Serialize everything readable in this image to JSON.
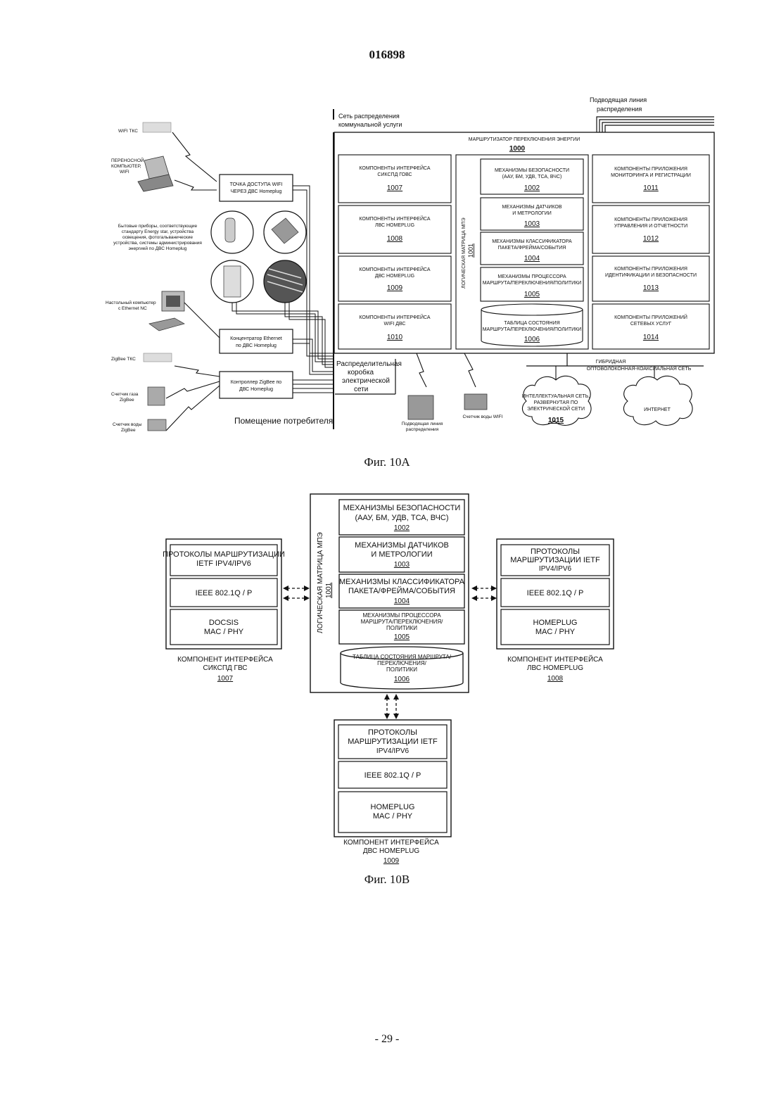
{
  "header": {
    "patent_number": "016898"
  },
  "fig10a": {
    "caption": "Фиг. 10А",
    "utility_network": [
      "Сеть распределения",
      "коммунальной услуги"
    ],
    "feeder_line_top": [
      "Подводящая линия",
      "распределения"
    ],
    "router": {
      "title": "МАРШРУТИЗАТОР ПЕРЕКЛЮЧЕНИЯ ЭНЕРГИИ",
      "number": "1000"
    },
    "matrix": {
      "label": "ЛОГИЧЕСКАЯ МАТРИЦА МПЭ",
      "number": "1001"
    },
    "left_components": [
      {
        "lines": [
          "КОМПОНЕНТЫ ИНТЕРФЕЙСА",
          "СИКСПД ГОВС"
        ],
        "number": "1007"
      },
      {
        "lines": [
          "КОМПОНЕНТЫ ИНТЕРФЕЙСА",
          "ЛВС HOMEPLUG"
        ],
        "number": "1008"
      },
      {
        "lines": [
          "КОМПОНЕНТЫ ИНТЕРФЕЙСА",
          "ДВС HOMEPLUG"
        ],
        "number": "1009"
      },
      {
        "lines": [
          "КОМПОНЕНТЫ ИНТЕРФЕЙСА",
          "WIFI ДВС"
        ],
        "number": "1010"
      }
    ],
    "center_components": [
      {
        "lines": [
          "МЕХАНИЗМЫ БЕЗОПАСНОСТИ",
          "(ААУ, БМ, УДВ, ТСА, ВЧС)"
        ],
        "number": "1002"
      },
      {
        "lines": [
          "МЕХАНИЗМЫ ДАТЧИКОВ",
          "И МЕТРОЛОГИИ"
        ],
        "number": "1003"
      },
      {
        "lines": [
          "МЕХАНИЗМЫ КЛАССИФИКАТОРА",
          "ПАКЕТА/ФРЕЙМА/СОБЫТИЯ"
        ],
        "number": "1004"
      },
      {
        "lines": [
          "МЕХАНИЗМЫ ПРОЦЕССОРА",
          "МАРШРУТА/ПЕРЕКЛЮЧЕНИЯ/ПОЛИТИКИ"
        ],
        "number": "1005"
      },
      {
        "lines": [
          "ТАБЛИЦА СОСТОЯНИЯ",
          "МАРШРУТА/ПЕРЕКЛЮЧЕНИЯ/ПОЛИТИКИ"
        ],
        "number": "1006"
      }
    ],
    "right_components": [
      {
        "lines": [
          "КОМПОНЕНТЫ ПРИЛОЖЕНИЯ",
          "МОНИТОРИНГА И РЕГИСТРАЦИИ"
        ],
        "number": "1011"
      },
      {
        "lines": [
          "КОМПОНЕНТЫ ПРИЛОЖЕНИЯ",
          "УПРАВЛЕНИЯ И ОТЧЕТНОСТИ"
        ],
        "number": "1012"
      },
      {
        "lines": [
          "КОМПОНЕНТЫ ПРИЛОЖЕНИЯ",
          "ИДЕНТИФИКАЦИИ И БЕЗОПАСНОСТИ"
        ],
        "number": "1013"
      },
      {
        "lines": [
          "КОМПОНЕНТЫ ПРИЛОЖЕНИЙ",
          "СЕТЕВЫХ УСЛУГ"
        ],
        "number": "1014"
      }
    ],
    "devices": {
      "wifi_tks": "WIFI ТКС",
      "laptop": [
        "ПЕРЕНОСНОЙ",
        "КОМПЬЮТЕР,",
        "WIFI"
      ],
      "appliances": [
        "Бытовые приборы, соответствующие",
        "стандарту Energy star, устройства",
        "освещения, фотогальванические",
        "устройства, системы администрирования",
        "энергией по ДВС Homeplug"
      ],
      "desktop": [
        "Настольный компьютер",
        "с Ethernet NC"
      ],
      "zigbee_tks": "ZigBee ТКС",
      "gas_meter": [
        "Счетчик газа",
        "ZigBee"
      ],
      "water_meter": [
        "Счетчик воды",
        "ZigBee"
      ]
    },
    "wifi_ap": [
      "ТОЧКА ДОСТУПА WIFI",
      "ЧЕРЕЗ ДВС Homeplug"
    ],
    "ethernet_hub": [
      "Концентратор Ethernet",
      "по ДВС Homeplug"
    ],
    "zigbee_ctrl": [
      "Контроллер ZigBee по",
      "ДВС Homeplug"
    ],
    "distribution_box": [
      "Распределительная",
      "коробка",
      "электрической",
      "сети"
    ],
    "consumer_premises": "Помещение потребителя",
    "feeder_line_bottom": [
      "Подводящая линия",
      "распределения"
    ],
    "water_meter_wifi": "Счетчик воды WIFI",
    "hybrid_network": [
      "ГИБРИДНАЯ",
      "ОПТОВОЛОКОННАЯ-КОАКСИАЛЬНАЯ СЕТЬ"
    ],
    "smart_grid": {
      "lines": [
        "ИНТЕЛЛЕКТУАЛЬНАЯ СЕТЬ,",
        "РАЗВЕРНУТАЯ ПО",
        "ЭЛЕКТРИЧЕСКОЙ СЕТИ"
      ],
      "number": "1015"
    },
    "internet": "ИНТЕРНЕТ"
  },
  "fig10b": {
    "caption": "Фиг. 10В",
    "matrix": {
      "label": "ЛОГИЧЕСКАЯ МАТРИЦА МПЭ",
      "number": "1001"
    },
    "center": [
      {
        "lines": [
          "МЕХАНИЗМЫ БЕЗОПАСНОСТИ",
          "(ААУ, БМ, УДВ, ТСА, ВЧС)"
        ],
        "number": "1002"
      },
      {
        "lines": [
          "МЕХАНИЗМЫ ДАТЧИКОВ",
          "И МЕТРОЛОГИИ"
        ],
        "number": "1003"
      },
      {
        "lines": [
          "МЕХАНИЗМЫ КЛАССИФИКАТОРА",
          "ПАКЕТА/ФРЕЙМА/СОБЫТИЯ"
        ],
        "number": "1004"
      },
      {
        "lines": [
          "МЕХАНИЗМЫ ПРОЦЕССОРА",
          "МАРШРУТА/ПЕРЕКЛЮЧЕНИЯ/",
          "ПОЛИТИКИ"
        ],
        "number": "1005"
      },
      {
        "lines": [
          "ТАБЛИЦА СОСТОЯНИЯ МАРШРУТА/",
          "ПЕРЕКЛЮЧЕНИЯ/",
          "ПОЛИТИКИ"
        ],
        "number": "1006"
      }
    ],
    "left": {
      "layers": [
        [
          "ПРОТОКОЛЫ МАРШРУТИЗАЦИИ",
          "IETF IPV4/IPV6"
        ],
        [
          "IEEE 802.1Q / P"
        ],
        [
          "DOCSIS",
          "MAC / PHY"
        ]
      ],
      "caption": [
        "КОМПОНЕНТ ИНТЕРФЕЙСА",
        "СИКСПД ГВС"
      ],
      "number": "1007"
    },
    "right": {
      "layers": [
        [
          "ПРОТОКОЛЫ",
          "МАРШРУТИЗАЦИИ IETF",
          "IPV4/IPV6"
        ],
        [
          "IEEE 802.1Q / P"
        ],
        [
          "HOMEPLUG",
          "MAC / PHY"
        ]
      ],
      "caption": [
        "КОМПОНЕНТ ИНТЕРФЕЙСА",
        "ЛВС HOMEPLUG"
      ],
      "number": "1008"
    },
    "bottom": {
      "layers": [
        [
          "ПРОТОКОЛЫ",
          "МАРШРУТИЗАЦИИ IETF",
          "IPV4/IPV6"
        ],
        [
          "IEEE 802.1Q / P"
        ],
        [
          "HOMEPLUG",
          "MAC / PHY"
        ]
      ],
      "caption": [
        "КОМПОНЕНТ ИНТЕРФЕЙСА",
        "ДВС HOMEPLUG"
      ],
      "number": "1009"
    }
  },
  "footer": {
    "page": "- 29 -"
  }
}
